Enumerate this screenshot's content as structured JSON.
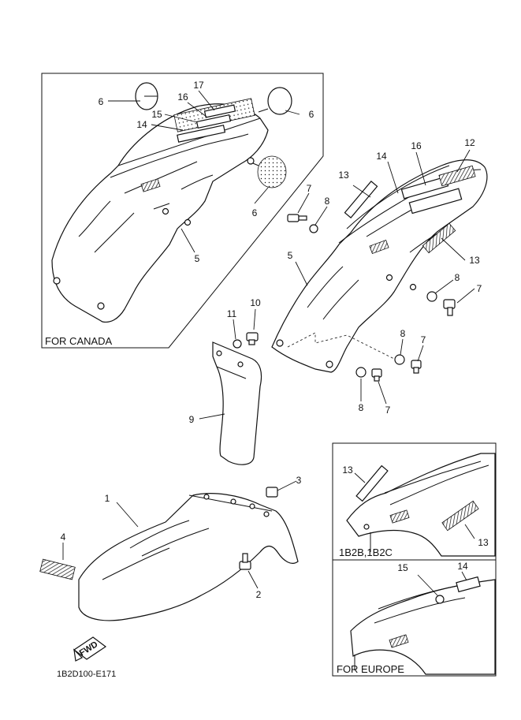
{
  "callouts": {
    "c1": "1",
    "c2": "2",
    "c3": "3",
    "c4": "4",
    "c5a": "5",
    "c5b": "5",
    "c6a": "6",
    "c6b": "6",
    "c6c": "6",
    "c7a": "7",
    "c7b": "7",
    "c7c": "7",
    "c7d": "7",
    "c8a": "8",
    "c8b": "8",
    "c8c": "8",
    "c8d": "8",
    "c9": "9",
    "c10": "10",
    "c11": "11",
    "c12": "12",
    "c13a": "13",
    "c13b": "13",
    "c13c": "13",
    "c13d": "13",
    "c14a": "14",
    "c14b": "14",
    "c14c": "14",
    "c15a": "15",
    "c15b": "15",
    "c16a": "16",
    "c16b": "16",
    "c17": "17"
  },
  "boxes": {
    "canada": "FOR CANADA",
    "variant": "1B2B,1B2C",
    "europe": "FOR EUROPE"
  },
  "fwd_label": "FWD",
  "diagram_code": "1B2D100-E171"
}
